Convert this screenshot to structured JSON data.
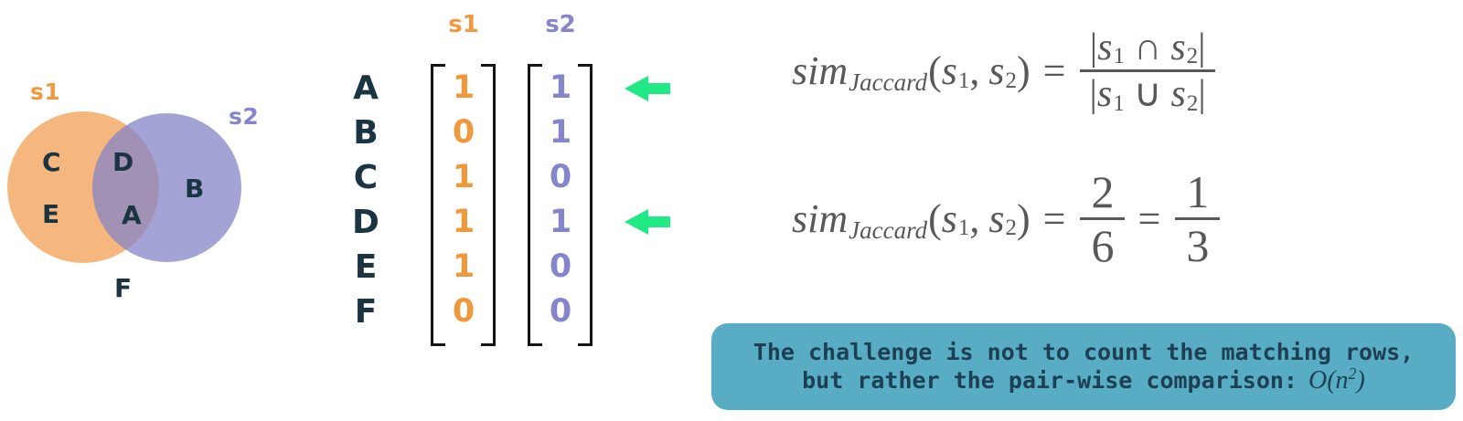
{
  "colors": {
    "orange": "#F0993F",
    "orange_circle": "#F5B77D",
    "purple": "#8585CE",
    "purple_circle": "#A3A3D6",
    "navy": "#1B3442",
    "arrow_green": "#21E985",
    "formula_gray": "#58585B",
    "callout_bg": "#58ADC5",
    "callout_text": "#1D3E53"
  },
  "venn": {
    "set1_label": "s1",
    "set2_label": "s2",
    "set1_only": [
      "C",
      "E"
    ],
    "intersection": [
      "D",
      "A"
    ],
    "set2_only": [
      "B"
    ],
    "outside": [
      "F"
    ]
  },
  "matrix": {
    "col1_header": "s1",
    "col2_header": "s2",
    "row_labels": [
      "A",
      "B",
      "C",
      "D",
      "E",
      "F"
    ],
    "s1_values": [
      "1",
      "0",
      "1",
      "1",
      "1",
      "0"
    ],
    "s2_values": [
      "1",
      "1",
      "0",
      "1",
      "0",
      "0"
    ],
    "matching_rows": [
      "A",
      "D"
    ]
  },
  "formula": {
    "func": "sim",
    "func_sub": "Jaccard",
    "open_paren": "(",
    "s": "s",
    "sub1": "1",
    "comma": ",",
    "sub2": "2",
    "close_paren": ")",
    "equals": "=",
    "bar": "|",
    "intersect": "∩",
    "union": "∪",
    "count_num": "2",
    "count_den": "6",
    "reduced_num": "1",
    "reduced_den": "3"
  },
  "callout": {
    "line1": "The challenge is not to count the matching rows,",
    "line2_prefix": "but rather the pair-wise comparison:",
    "big_o_open": "O(n",
    "big_o_exp": "2",
    "big_o_close": ")"
  }
}
